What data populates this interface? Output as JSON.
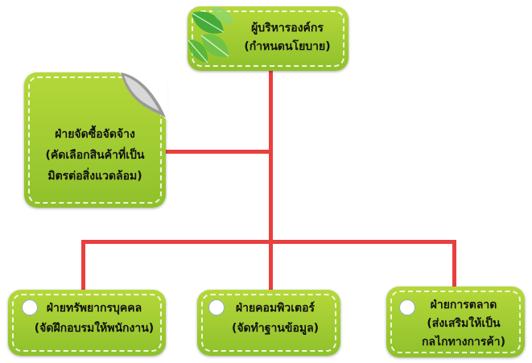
{
  "top": {
    "line1": "ผู้บริหารองค์กร",
    "line2": "(กำหนดนโยบาย)"
  },
  "left": {
    "line1": "ฝ่ายจัดซื้อจัดจ้าง",
    "line2": "(คัดเลือกสินค้าที่เป็น",
    "line3": "มิตรต่อสิ่งแวดล้อม)"
  },
  "bottom": [
    {
      "line1": "ฝ่ายทรัพยากรบุคคล",
      "line2": "(จัดฝึกอบรมให้พนักงาน)"
    },
    {
      "line1": "ฝ่ายคอมพิวเตอร์",
      "line2": "(จัดทำฐานข้อมูล)"
    },
    {
      "line1": "ฝ่ายการตลาด",
      "line2": "(ส่งเสริมให้เป็น",
      "line3": "กลไกทางการค้า)"
    }
  ],
  "colors": {
    "connector": "#e8403f",
    "box": "#9dcb2f",
    "dash": "#ffffff"
  },
  "icons": [
    "leaf-icon",
    "page-curl-icon",
    "bullet-circle-icon"
  ]
}
